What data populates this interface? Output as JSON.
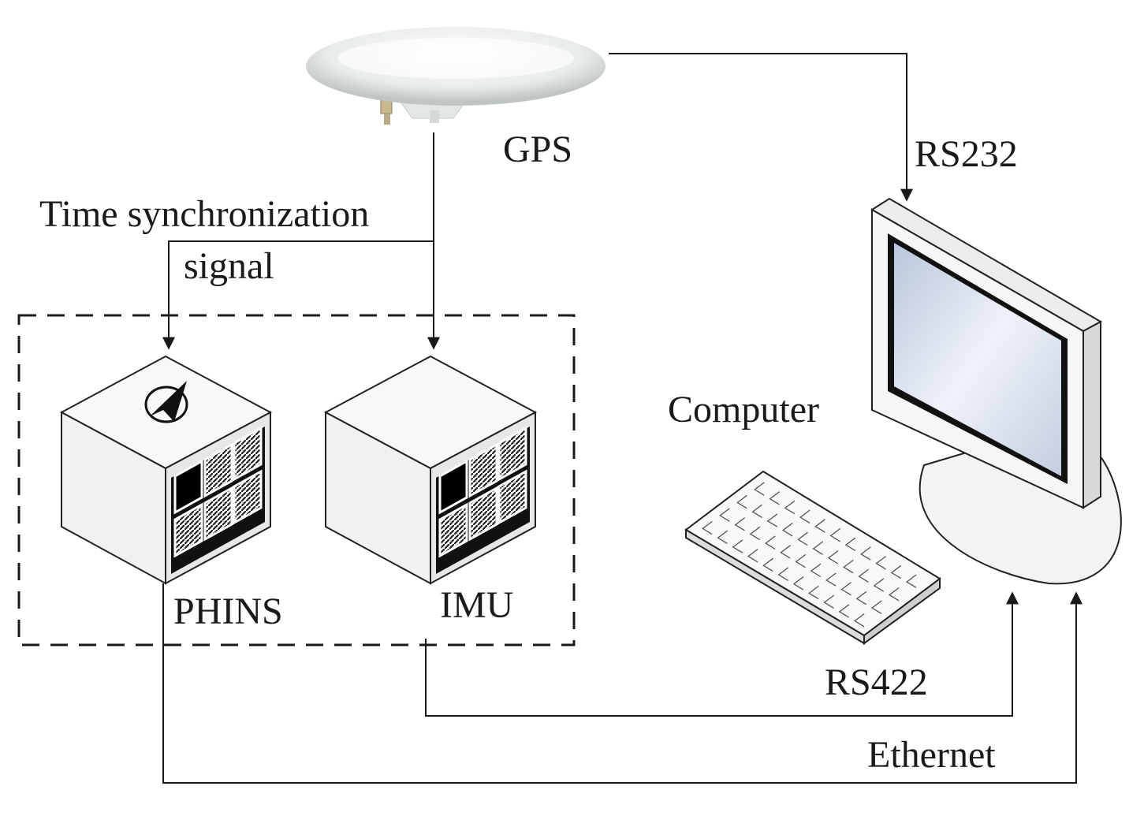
{
  "labels": {
    "gps": "GPS",
    "rs232": "RS232",
    "time_sync_line1": "Time synchronization",
    "time_sync_line2": "signal",
    "computer": "Computer",
    "phins": "PHINS",
    "imu": "IMU",
    "rs422": "RS422",
    "ethernet": "Ethernet"
  },
  "icons": {
    "gps": "gps-antenna-icon",
    "phins": "compass-cube-icon",
    "imu": "cube-icon",
    "computer": "monitor-icon",
    "keyboard": "keyboard-icon"
  },
  "colors": {
    "line": "#1a1a1a",
    "screen": "#c9d3e3",
    "box_face": "#f4f4f4"
  }
}
